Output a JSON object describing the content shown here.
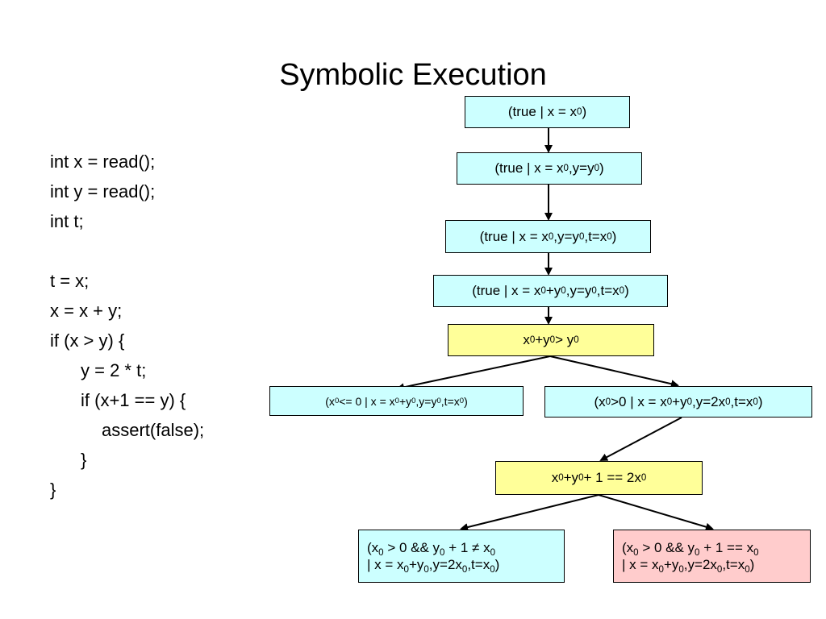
{
  "title": "Symbolic Execution",
  "code": {
    "lines": [
      "int x = read();",
      "int y = read();",
      "int t;",
      "",
      "t = x;",
      "x = x + y;",
      "if (x > y) {",
      "y = 2 * t;",
      "if (x+1 == y) {",
      "assert(false);",
      "}",
      "}"
    ]
  },
  "nodes": {
    "n1": "(true | x = x₀ )",
    "n2": "(true | x = x₀,y=y₀)",
    "n3": "(true | x = x₀,y=y₀,t=x₀)",
    "n4": "(true | x = x₀+y₀,y=y₀,t=x₀)",
    "cond1": "x₀+y₀ > y₀",
    "left_branch": "(x₀ <= 0 | x = x₀+y₀,y=y₀,t=x₀)",
    "right_branch": "(x₀>0 | x = x₀+y₀,y=2x₀,t=x₀)",
    "cond2": "x₀+y₀ + 1 == 2x₀",
    "leaf_left": {
      "line1": "(x₀ > 0 && y₀ + 1 ≠ x₀",
      "line2": "| x = x₀+y₀,y=2x₀,t=x₀)"
    },
    "leaf_right": {
      "line1": "(x₀ > 0 && y₀ + 1 == x₀",
      "line2": "| x = x₀+y₀,y=2x₀,t=x₀)"
    }
  },
  "colors": {
    "state_fill": "#ccffff",
    "condition_fill": "#ffff99",
    "error_fill": "#ffcccc"
  }
}
